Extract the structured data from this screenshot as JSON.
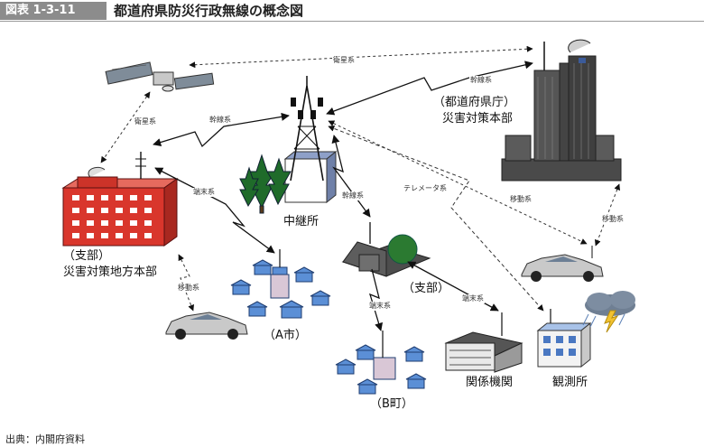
{
  "header": {
    "figure_number": "図表 1-3-11",
    "title": "都道府県防災行政無線の概念図"
  },
  "nodes": {
    "relay": "中継所",
    "prefecture_line1": "（都道府県庁）",
    "prefecture_line2": "災害対策本部",
    "branch_hq_line1": "（支部）",
    "branch_hq_line2": "災害対策地方本部",
    "branch": "（支部）",
    "city_a": "（A市）",
    "town_b": "（B町）",
    "agency": "関係機関",
    "observatory": "観測所"
  },
  "links": {
    "satellite_top": "衛星系",
    "satellite_left": "衛星系",
    "trunk_pref": "幹線系",
    "trunk_left": "幹線系",
    "trunk_mid": "幹線系",
    "terminal_left": "端末系",
    "terminal_branch": "端末系",
    "terminal_right": "端末系",
    "telemeter": "テレメータ系",
    "mobile_mid": "移動系",
    "mobile_right": "移動系",
    "mobile_left": "移動系"
  },
  "source": "出典：内閣府資料"
}
